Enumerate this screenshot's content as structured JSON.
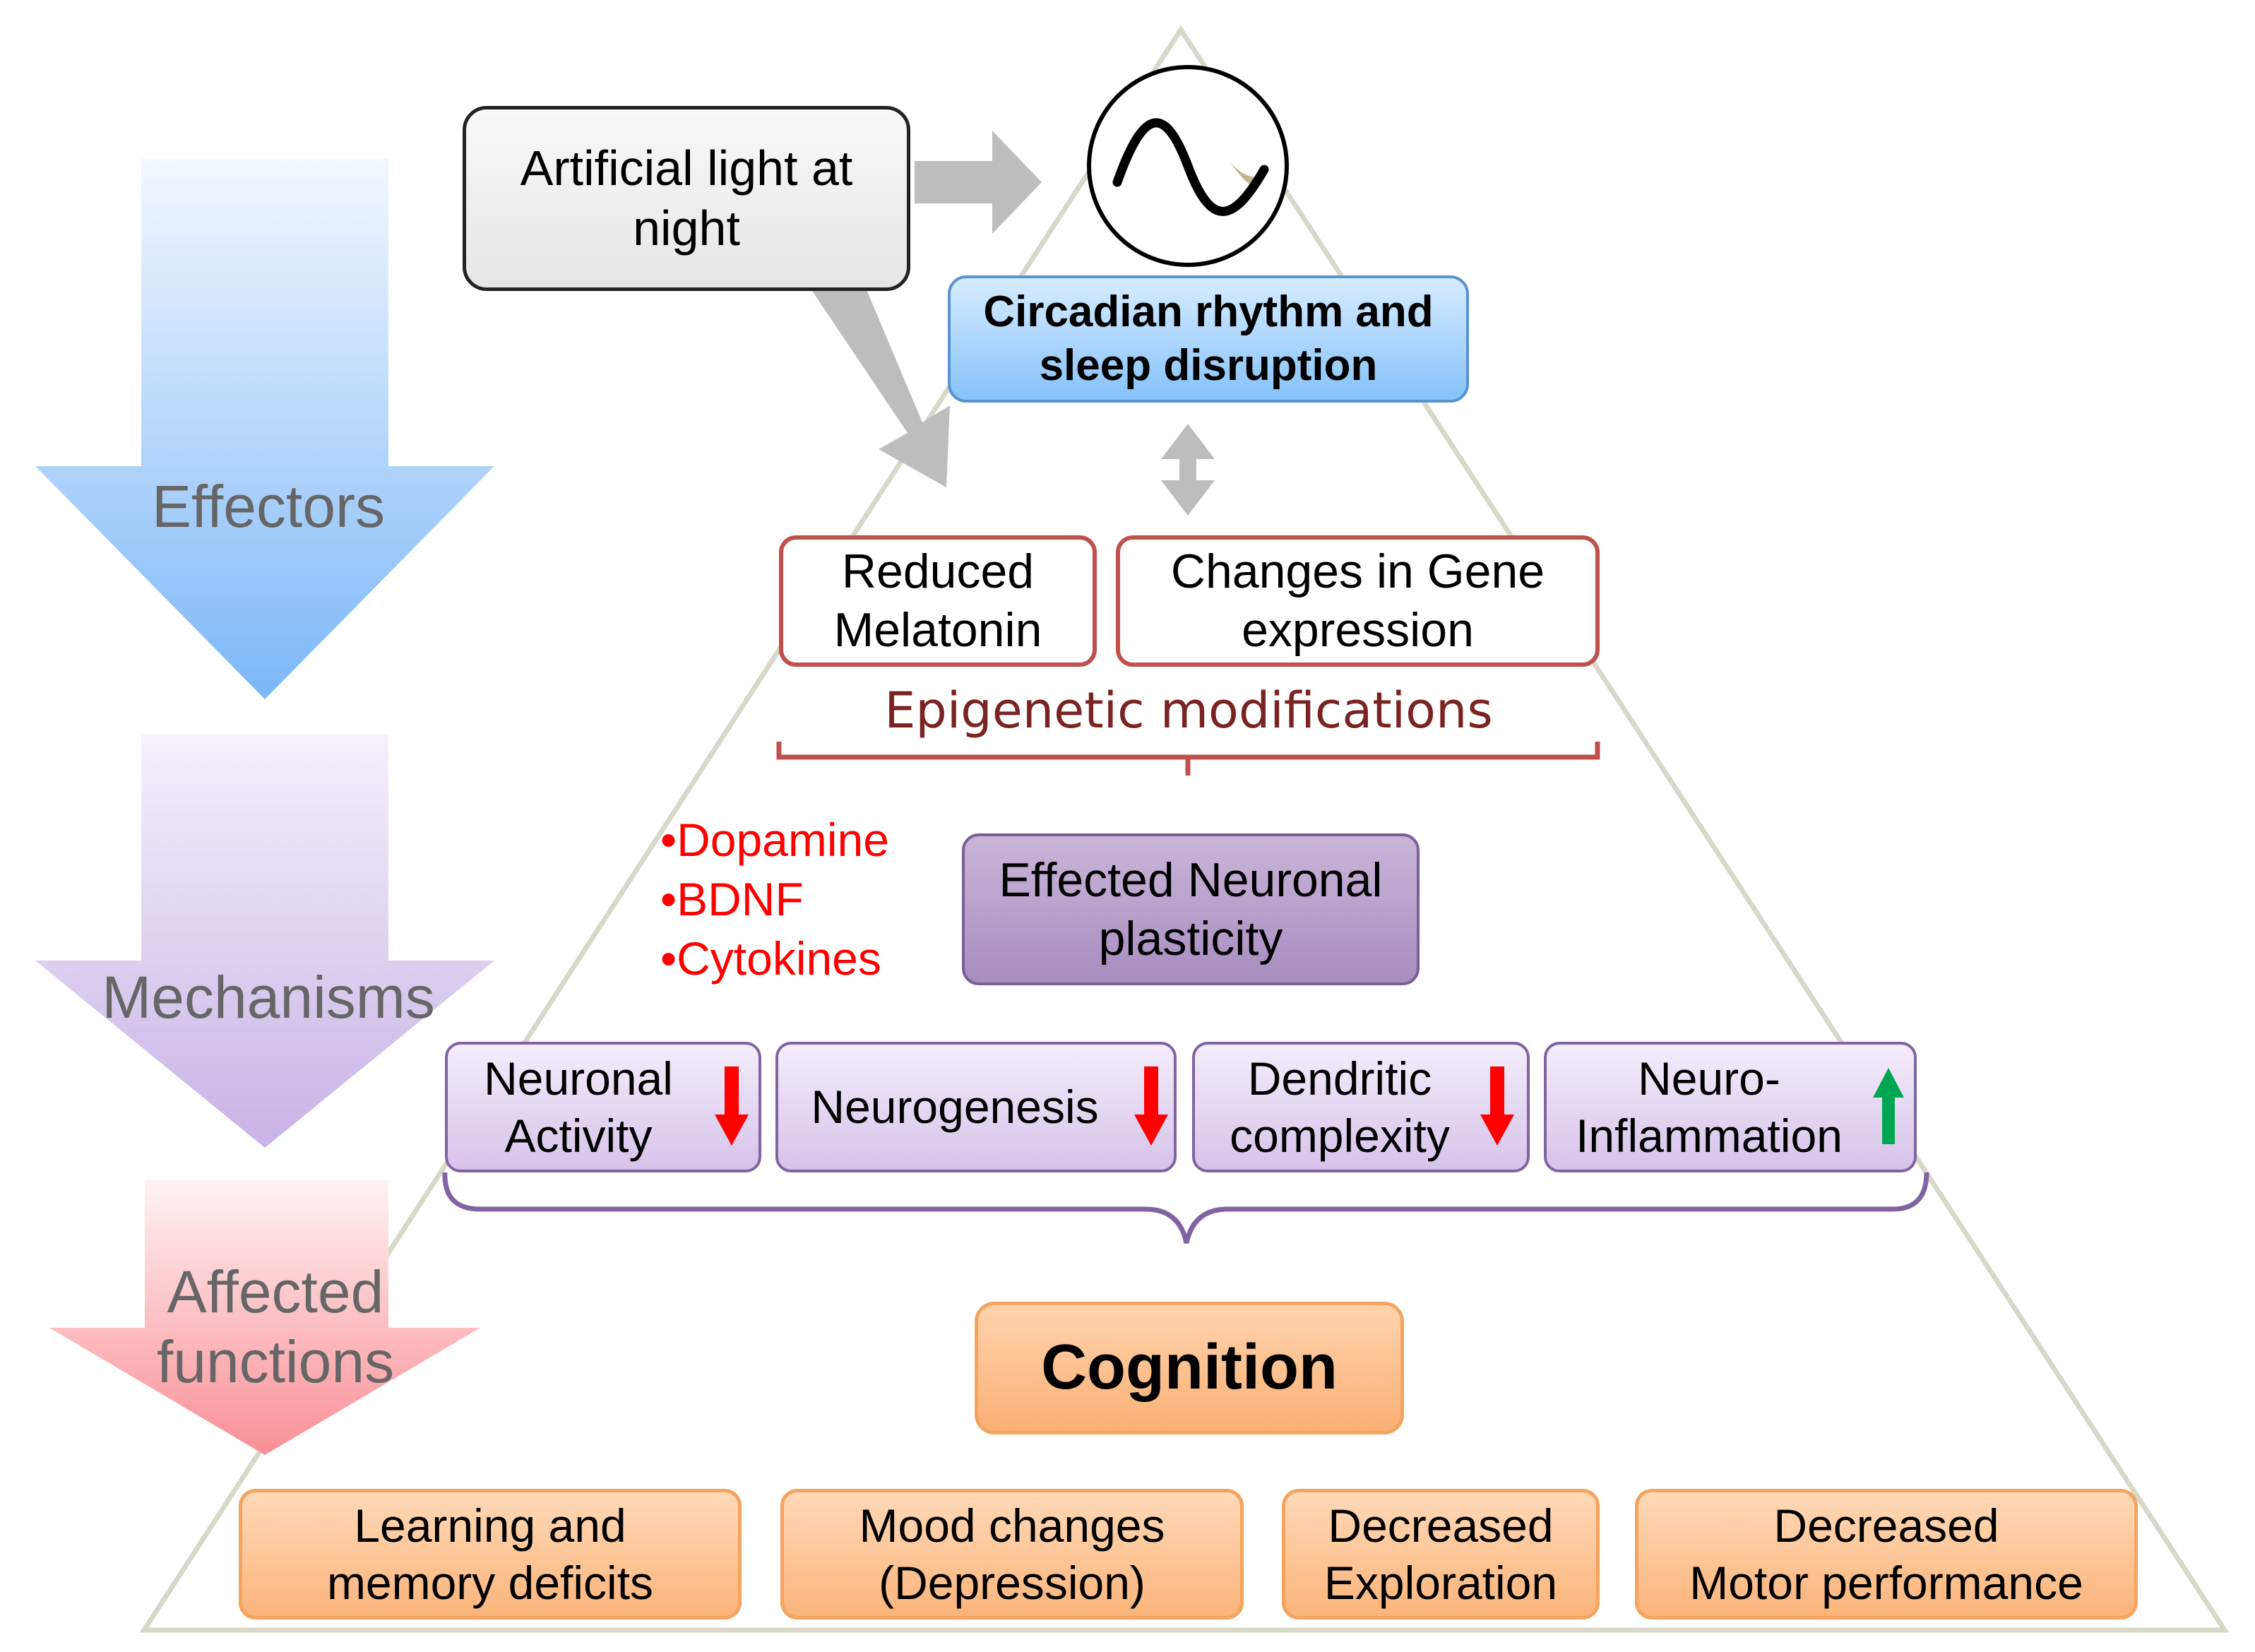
{
  "side_arrows": {
    "effectors": "Effectors",
    "mechanisms": "Mechanisms",
    "affected_line1": "Affected",
    "affected_line2": "functions"
  },
  "light": {
    "line1": "Artificial light at",
    "line2": "night"
  },
  "circadian": {
    "line1": "Circadian rhythm and",
    "line2": "sleep disruption"
  },
  "melatonin": {
    "line1": "Reduced",
    "line2": "Melatonin"
  },
  "gene": {
    "line1": "Changes in Gene",
    "line2": "expression"
  },
  "epigenetic": "Epigenetic modifications",
  "molecules": [
    "•Dopamine",
    "•BDNF",
    "•Cytokines"
  ],
  "plasticity": {
    "line1": "Effected Neuronal",
    "line2": "plasticity"
  },
  "mechanisms": [
    {
      "line1": "Neuronal",
      "line2": "Activity",
      "trend": "down"
    },
    {
      "line1": "Neurogenesis",
      "line2": "",
      "trend": "down"
    },
    {
      "line1": "Dendritic",
      "line2": "complexity",
      "trend": "down"
    },
    {
      "line1": "Neuro-",
      "line2": "Inflammation",
      "trend": "up"
    }
  ],
  "cognition": "Cognition",
  "functions": [
    {
      "line1": "Learning and",
      "line2": "memory deficits"
    },
    {
      "line1": "Mood changes",
      "line2": "(Depression)"
    },
    {
      "line1": "Decreased",
      "line2": "Exploration"
    },
    {
      "line1": "Decreased",
      "line2": "Motor performance"
    }
  ],
  "colors": {
    "down_arrow": "#ff0000",
    "up_arrow": "#00a651",
    "pyramid_stroke": "#d8d8c8",
    "connector_gray": "#bdbdbd",
    "bracket_red": "#c0504d",
    "bracket_purple": "#8064a2"
  },
  "icons": {
    "rhythm": "sine-wave-icon"
  }
}
